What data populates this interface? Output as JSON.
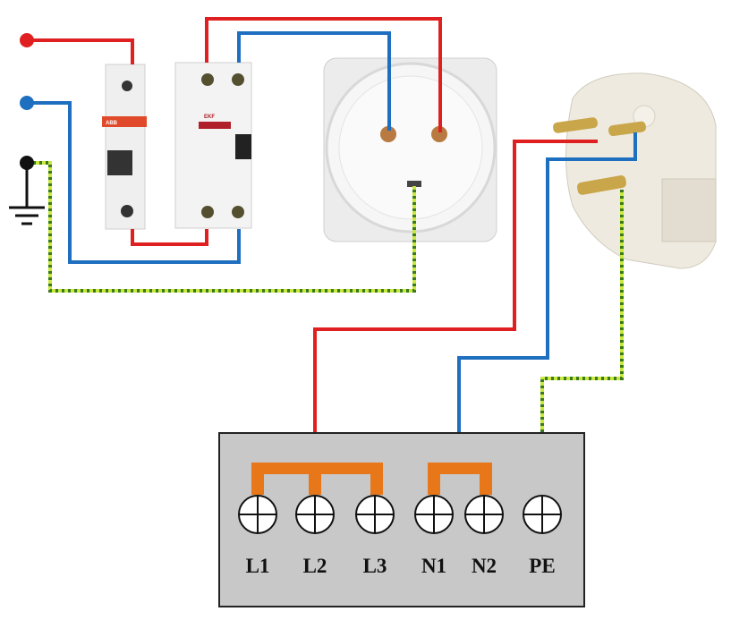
{
  "diagram": {
    "terminal_labels": [
      "L1",
      "L2",
      "L3",
      "N1",
      "N2",
      "PE"
    ],
    "breaker_brand": "ABB",
    "rcd_brand": "EKF",
    "colors": {
      "phase": "#e02020",
      "neutral": "#1f6fc0",
      "ground_a": "#c8e840",
      "ground_b": "#3a7a1a",
      "bus": "#e8771a",
      "terminal_box": "#c8c8c8"
    }
  }
}
